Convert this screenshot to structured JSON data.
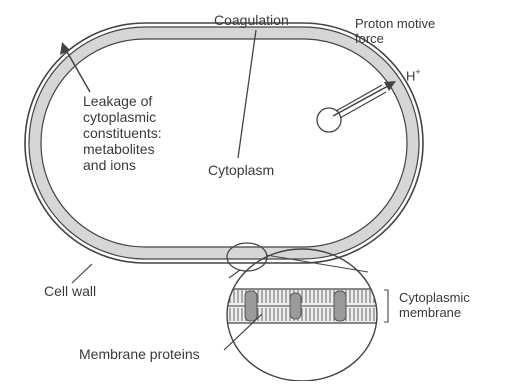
{
  "labels": {
    "coagulation": "Coagulation",
    "proton_motive_force": "Proton motive\nforce",
    "h_ion": "H",
    "h_ion_sup": "+",
    "leakage": "Leakage of\ncytoplasmic\nconstituents:\nmetabolites\nand ions",
    "cytoplasm": "Cytoplasm",
    "cell_wall": "Cell wall",
    "cytoplasmic_membrane": "Cytoplasmic\nmembrane",
    "membrane_proteins": "Membrane proteins"
  },
  "colors": {
    "line": "#444444",
    "text": "#3a3a3a",
    "membrane_fill": "#d6d6d6",
    "background": "#ffffff"
  }
}
